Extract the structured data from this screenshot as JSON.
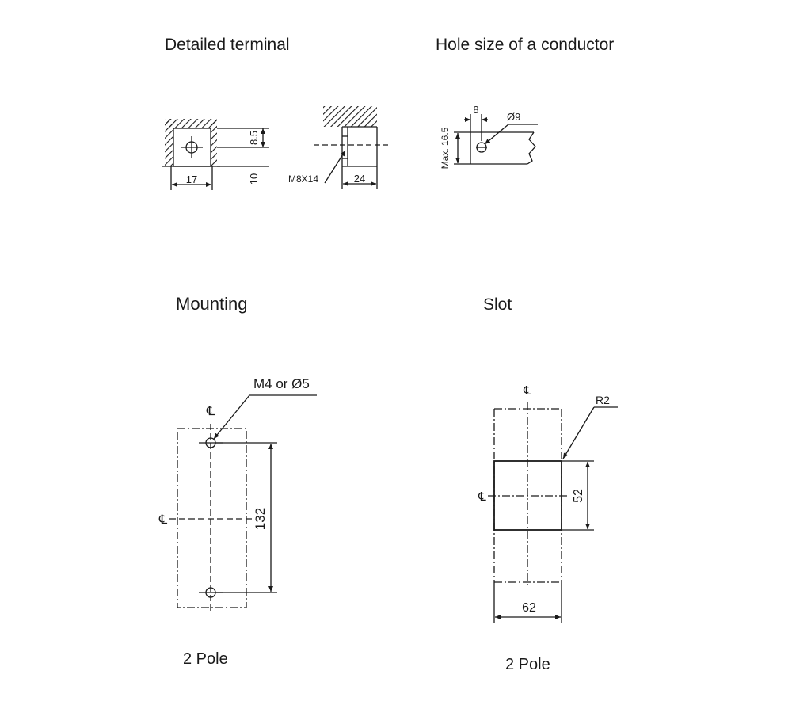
{
  "headings": {
    "detailed_terminal": "Detailed terminal",
    "hole_size": "Hole size of a conductor",
    "mounting": "Mounting",
    "slot": "Slot"
  },
  "terminal": {
    "dim_width": "17",
    "dim_offset": "8.5",
    "dim_height": "10",
    "bolt": "M8X14",
    "dim_depth": "24"
  },
  "conductor": {
    "dim_offset": "8",
    "dim_hole": "Ø9",
    "dim_max": "Max. 16.5"
  },
  "mounting": {
    "screw": "M4 or  Ø5",
    "dim_spacing": "132",
    "centerline_symbol": "℄",
    "caption": "2 Pole"
  },
  "slot": {
    "radius": "R2",
    "dim_height": "52",
    "dim_width": "62",
    "centerline_symbol": "℄",
    "caption": "2 Pole"
  },
  "colors": {
    "ink": "#1a1a1a",
    "background": "#ffffff"
  }
}
